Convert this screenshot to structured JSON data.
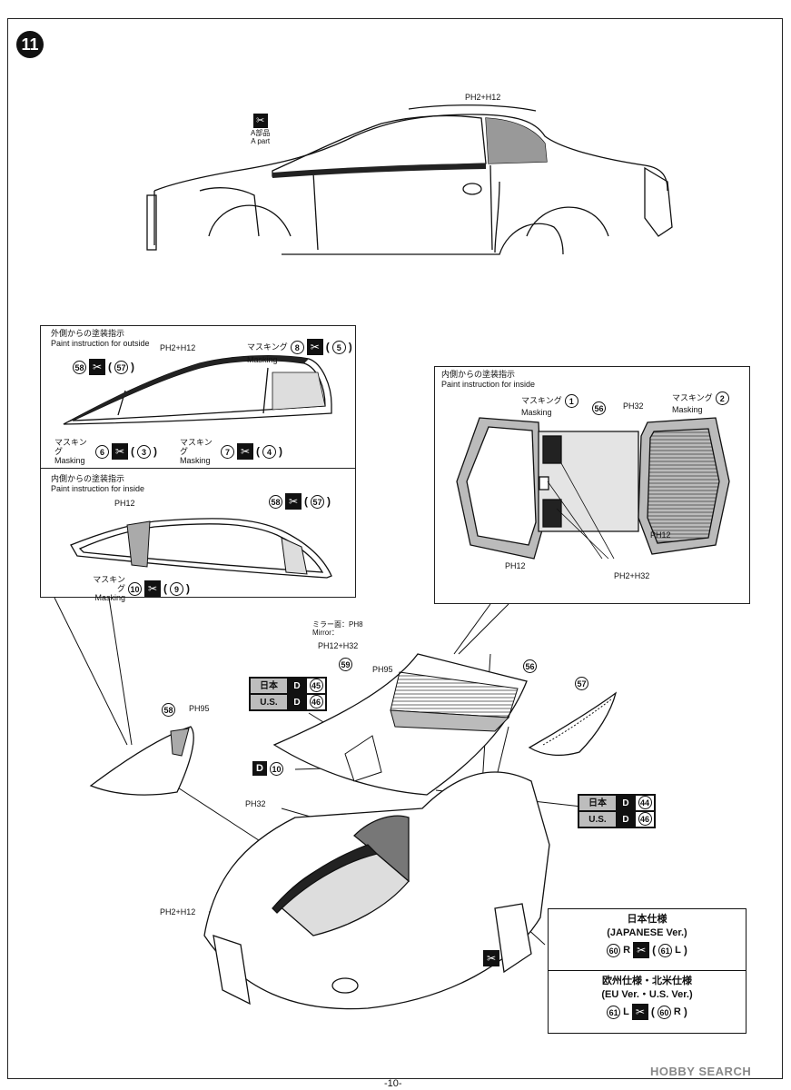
{
  "step_number": "11",
  "top": {
    "part_label_jp": "A部品",
    "part_label_en": "A part",
    "callout_pillar": "PH2+H12"
  },
  "outside_panel": {
    "title_jp": "外側からの塗装指示",
    "title_en": "Paint instruction for outside",
    "ph_note": "PH2+H12",
    "masking_jp": "マスキング",
    "masking_en": "Masking",
    "part_58": "58",
    "part_57": "57",
    "mask_8": "8",
    "mask_5": "5",
    "mask_6": "6",
    "mask_3": "3",
    "mask_7": "7",
    "mask_4": "4"
  },
  "inside_panel_left": {
    "title_jp": "内側からの塗装指示",
    "title_en": "Paint instruction for inside",
    "ph_note": "PH12",
    "masking_jp": "マスキング",
    "masking_en": "Masking",
    "part_58": "58",
    "part_57": "57",
    "mask_10": "10",
    "mask_9": "9"
  },
  "inside_panel_right": {
    "title_jp": "内側からの塗装指示",
    "title_en": "Paint instruction for inside",
    "masking_jp": "マスキング",
    "masking_en": "Masking",
    "mask_1": "1",
    "mask_2": "2",
    "part_56": "56",
    "ph32": "PH32",
    "ph12_a": "PH12",
    "ph12_b": "PH12",
    "ph2_32": "PH2+H32"
  },
  "lower": {
    "mirror_jp": "ミラー面：",
    "mirror_en": "Mirror：",
    "mirror_ph": "PH8",
    "ph12_32": "PH12+H32",
    "part_59": "59",
    "ph95_a": "PH95",
    "ph95_b": "PH95",
    "part_56": "56",
    "part_57": "57",
    "part_58": "58",
    "d10": "10",
    "ph32": "PH32",
    "ph2_12": "PH2+H12",
    "tag_top": [
      {
        "region": "日本",
        "chip": "D",
        "num": "45"
      },
      {
        "region": "U.S.",
        "chip": "D",
        "num": "46"
      }
    ],
    "tag_right": [
      {
        "region": "日本",
        "chip": "D",
        "num": "44"
      },
      {
        "region": "U.S.",
        "chip": "D",
        "num": "46"
      }
    ]
  },
  "spec_box": {
    "jp_title": "日本仕様",
    "jp_sub": "(JAPANESE Ver.)",
    "jp_r": "60",
    "jp_l": "61",
    "eu_title": "欧州仕様・北米仕様",
    "eu_sub": "(EU Ver.・U.S. Ver.)",
    "eu_l": "61",
    "eu_r": "60"
  },
  "page_number": "-10-",
  "watermark": "HOBBY SEARCH"
}
